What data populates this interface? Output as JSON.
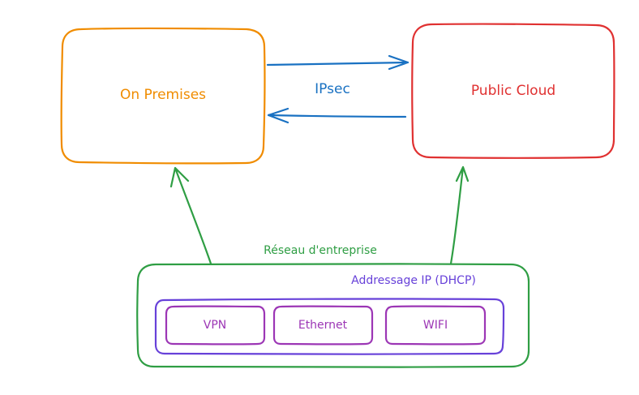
{
  "nodes": {
    "on_premises": {
      "label": "On Premises",
      "color": "#f08c00"
    },
    "public_cloud": {
      "label": "Public Cloud",
      "color": "#e03131"
    },
    "enterprise_network": {
      "label": "Réseau d'entreprise",
      "color": "#2f9e44"
    },
    "ip_addressing": {
      "label": "Addressage IP (DHCP)",
      "color": "#6741d9"
    },
    "vpn": {
      "label": "VPN",
      "color": "#9c36b5"
    },
    "ethernet": {
      "label": "Ethernet",
      "color": "#9c36b5"
    },
    "wifi": {
      "label": "WIFI",
      "color": "#9c36b5"
    }
  },
  "edges": {
    "ipsec": {
      "label": "IPsec",
      "color": "#1971c2"
    },
    "network_links": {
      "color": "#2f9e44"
    }
  }
}
